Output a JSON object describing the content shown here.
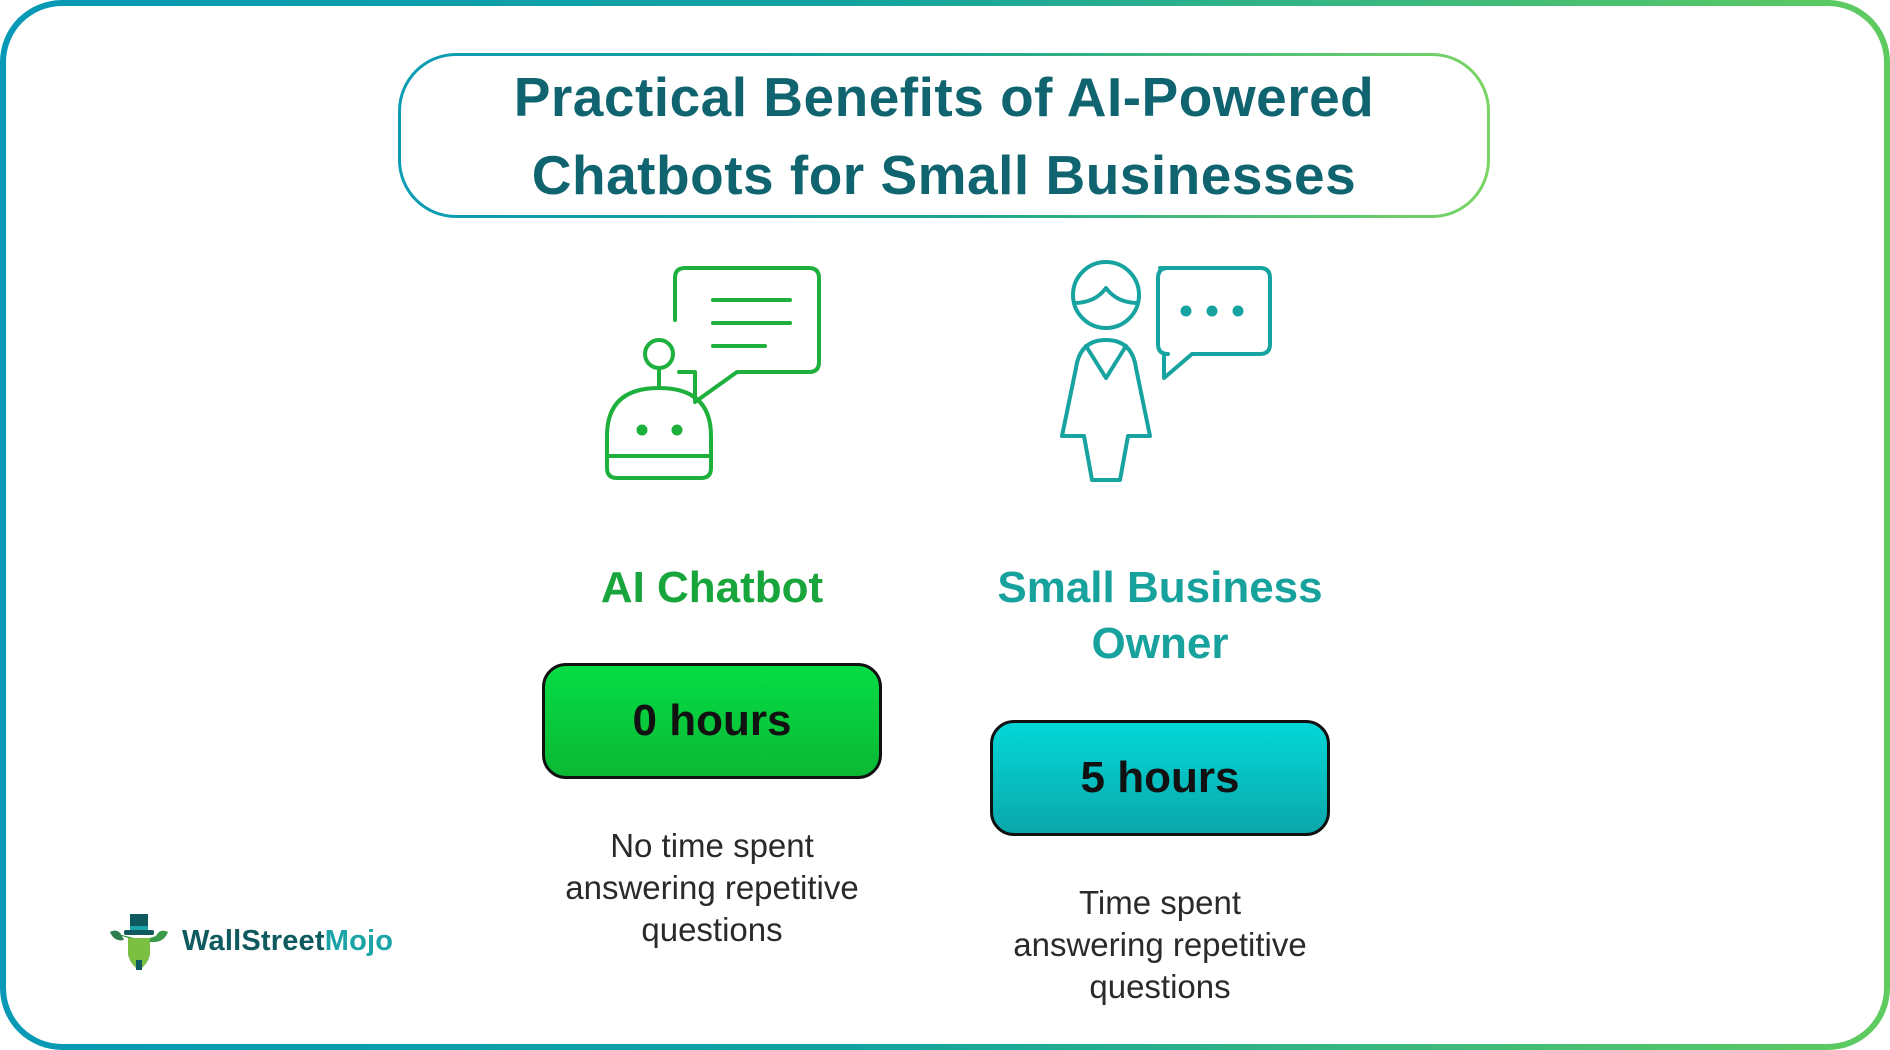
{
  "title": {
    "line1": "Practical Benefits of AI-Powered",
    "line2": "Chatbots for Small Businesses",
    "color": "#0F6470"
  },
  "columns": [
    {
      "icon": "robot-chat-icon",
      "label": "AI Chatbot",
      "label_color": "#18A53B",
      "value": "0 hours",
      "value_bg_top": "#05DC45",
      "value_bg_bottom": "#0BB934",
      "description_lines": [
        "No time spent",
        "answering repetitive",
        "questions"
      ]
    },
    {
      "icon": "person-chat-icon",
      "label_lines": [
        "Small Business",
        "Owner"
      ],
      "label_color": "#17A29E",
      "value": "5 hours",
      "value_bg_top": "#03D7D7",
      "value_bg_bottom": "#0AA8AB",
      "description_lines": [
        "Time spent",
        "answering repetitive",
        "questions"
      ]
    }
  ],
  "logo": {
    "part1": "WallStreet",
    "part2": "Mojo",
    "color1": "#0E5A5E",
    "color2": "#1BA3A8"
  }
}
